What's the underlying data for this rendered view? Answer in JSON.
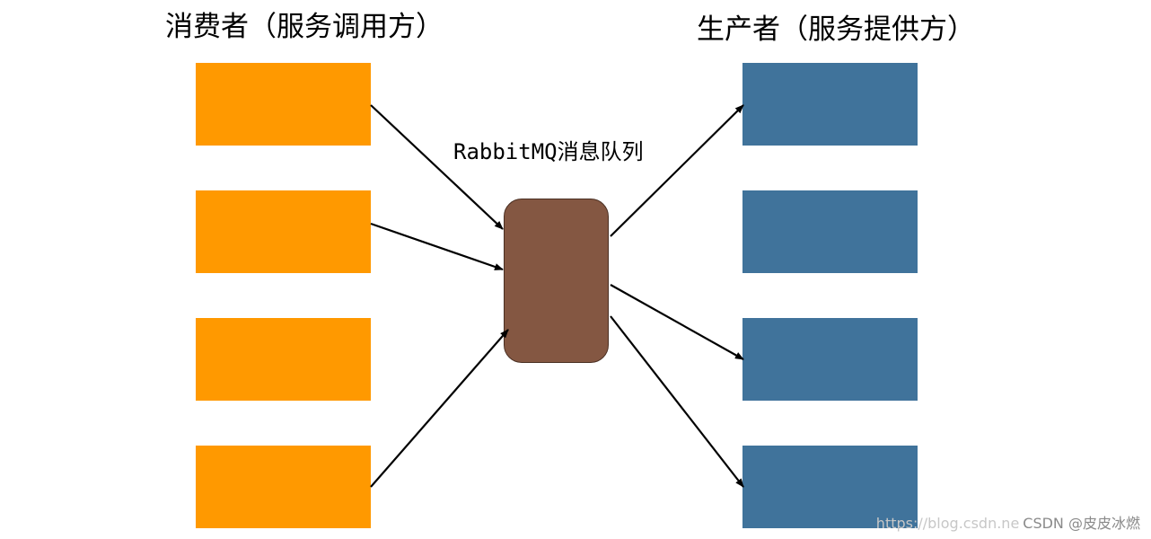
{
  "consumer_group": {
    "title": "消费者（服务调用方）",
    "box_count": 4,
    "color": "#ff9900"
  },
  "producer_group": {
    "title": "生产者（服务提供方）",
    "box_count": 4,
    "color": "#40739b"
  },
  "queue": {
    "label": "RabbitMQ消息队列",
    "color": "#845742"
  },
  "arrows": [
    {
      "from": "consumer-1",
      "to": "queue"
    },
    {
      "from": "consumer-2",
      "to": "queue"
    },
    {
      "from": "consumer-4",
      "to": "queue"
    },
    {
      "from": "queue",
      "to": "producer-1"
    },
    {
      "from": "queue",
      "to": "producer-3"
    },
    {
      "from": "queue",
      "to": "producer-4"
    }
  ],
  "watermark": {
    "url": "https://blog.csdn.ne",
    "author": "CSDN @皮皮冰燃"
  }
}
